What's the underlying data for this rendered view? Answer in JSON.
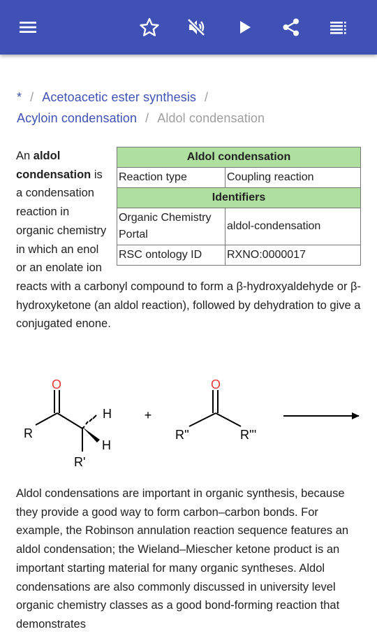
{
  "toolbar": {
    "menu_icon": "hamburger-menu-icon",
    "star_icon": "star-outline-icon",
    "mute_icon": "volume-off-icon",
    "play_icon": "play-icon",
    "share_icon": "share-icon",
    "toc_icon": "list-icon"
  },
  "colors": {
    "appbar": "#3F51B5",
    "link": "#3F51B5",
    "infobox_header": "#b0e0a0",
    "oxygen": "#e53935"
  },
  "breadcrumb": {
    "items": [
      "*",
      "Acetoacetic ester synthesis",
      "Acyloin condensation"
    ],
    "separator": "/",
    "current": "Aldol condensation"
  },
  "infobox": {
    "title": "Aldol condensation",
    "reaction_type_label": "Reaction type",
    "reaction_type_value": "Coupling reaction",
    "identifiers_title": "Identifiers",
    "portal_label": "Organic Chemistry Portal",
    "portal_value": "aldol-condensation",
    "rsc_label": "RSC ontology ID",
    "rsc_value": "RXNO:0000017"
  },
  "article": {
    "intro_prefix": "An ",
    "intro_bold": "aldol condensation",
    "intro_rest": " is a condensation reaction in organic chemistry in which an enol or an enolate ion reacts with a carbonyl compound to form a β-hydroxyaldehyde or β-hydroxyketone (an aldol reaction), followed by dehydration to give a conjugated enone.",
    "paragraph2": "Aldol condensations are important in organic synthesis, because they provide a good way to form carbon–carbon bonds. For example, the Robinson annulation reaction sequence features an aldol condensation; the Wieland–Miescher ketone product is an important starting material for many organic syntheses. Aldol condensations are also commonly discussed in university level organic chemistry classes as a good bond-forming reaction that demonstrates"
  },
  "scheme": {
    "o1": "O",
    "h1": "H",
    "r1": "R",
    "h2": "H",
    "r_prime": "R'",
    "plus": "+",
    "o2": "O",
    "r_dbl": "R''",
    "r_trp": "R'''"
  }
}
